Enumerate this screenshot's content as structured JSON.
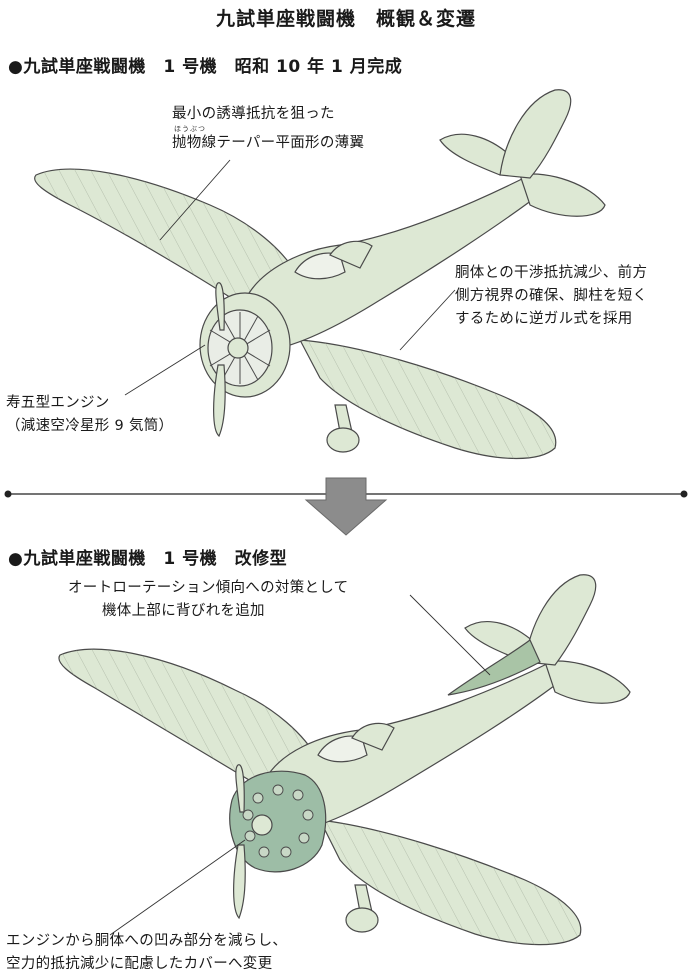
{
  "title": "九試単座戦闘機　概観＆変遷",
  "section1": {
    "heading": "●九試単座戦闘機　1 号機　昭和 10 年 1 月完成",
    "wing_note": {
      "line1": "最小の誘導抵抗を狙った",
      "ruby": "ほうぶつ",
      "line2": "抛物線テーパー平面形の薄翼"
    },
    "gull_note": {
      "line1": "胴体との干渉抵抗減少、前方",
      "line2": "側方視界の確保、脚柱を短く",
      "line3": "するために逆ガル式を採用"
    },
    "engine_note": {
      "line1": "寿五型エンジン",
      "line2": "（減速空冷星形 9 気筒）"
    }
  },
  "section2": {
    "heading": "●九試単座戦闘機　1 号機　改修型",
    "fin_note": {
      "line1": "オートローテーション傾向への対策として",
      "line2": "機体上部に背びれを追加"
    },
    "cowl_note": {
      "line1": "エンジンから胴体への凹み部分を減らし、",
      "line2": "空力的抵抗減少に配慮したカバーへ変更"
    }
  },
  "colors": {
    "airframe": "#dde8d4",
    "outline": "#4a4a4a",
    "fin": "#a9c4a6",
    "cowl": "#9dbda6",
    "arrow": "#8c8c8c"
  }
}
